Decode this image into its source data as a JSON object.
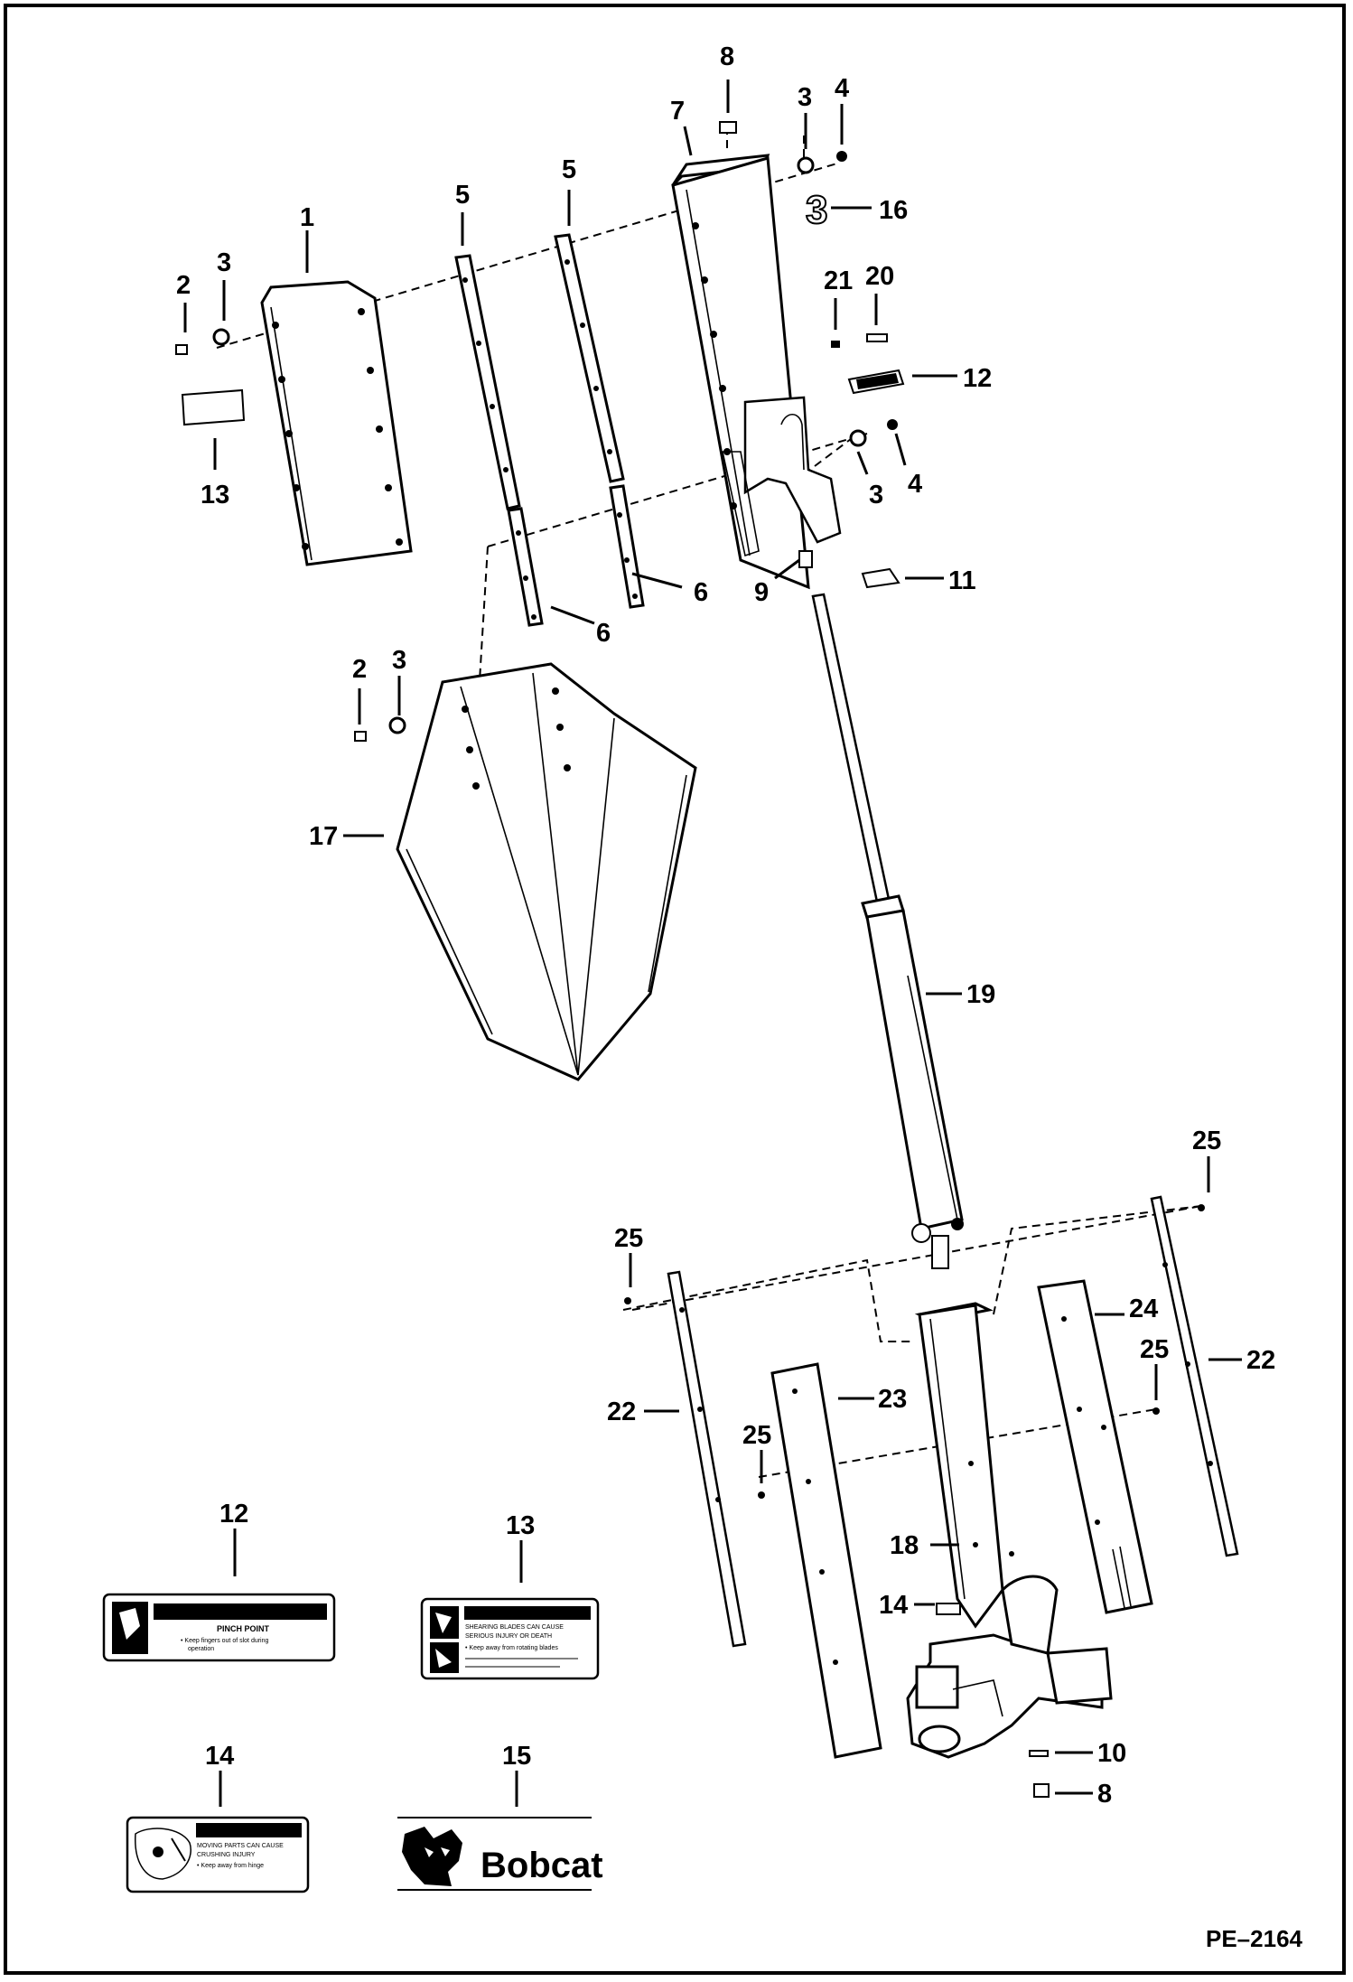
{
  "reference": "PE–2164",
  "callouts": {
    "c1": "1",
    "c2a": "2",
    "c3a": "3",
    "c13a": "13",
    "c5a": "5",
    "c5b": "5",
    "c6a": "6",
    "c6b": "6",
    "c7": "7",
    "c8a": "8",
    "c3b": "3",
    "c4a": "4",
    "c16": "16",
    "c21": "21",
    "c20": "20",
    "c12a": "12",
    "c3c": "3",
    "c4b": "4",
    "c9": "9",
    "c11": "11",
    "c2b": "2",
    "c3d": "3",
    "c17": "17",
    "c19": "19",
    "c25a": "25",
    "c25b": "25",
    "c25c": "25",
    "c25d": "25",
    "c24": "24",
    "c22a": "22",
    "c22b": "22",
    "c23": "23",
    "c18": "18",
    "c14a": "14",
    "c10": "10",
    "c8b": "8",
    "c12b": "12",
    "c13b": "13",
    "c14b": "14",
    "c15": "15"
  },
  "decals": {
    "d12": {
      "line1": "PINCH POINT",
      "line2": "• Keep fingers out of slot during",
      "line3": "operation"
    },
    "d13": {
      "line1": "SHEARING BLADES CAN CAUSE",
      "line2": "SERIOUS INJURY OR DEATH",
      "line3": "• Keep away from rotating blades"
    },
    "d14": {
      "line1": "MOVING PARTS CAN CAUSE",
      "line2": "CRUSHING INJURY",
      "line3": "• Keep away from hinge"
    },
    "d15": {
      "brand": "Bobcat"
    }
  }
}
